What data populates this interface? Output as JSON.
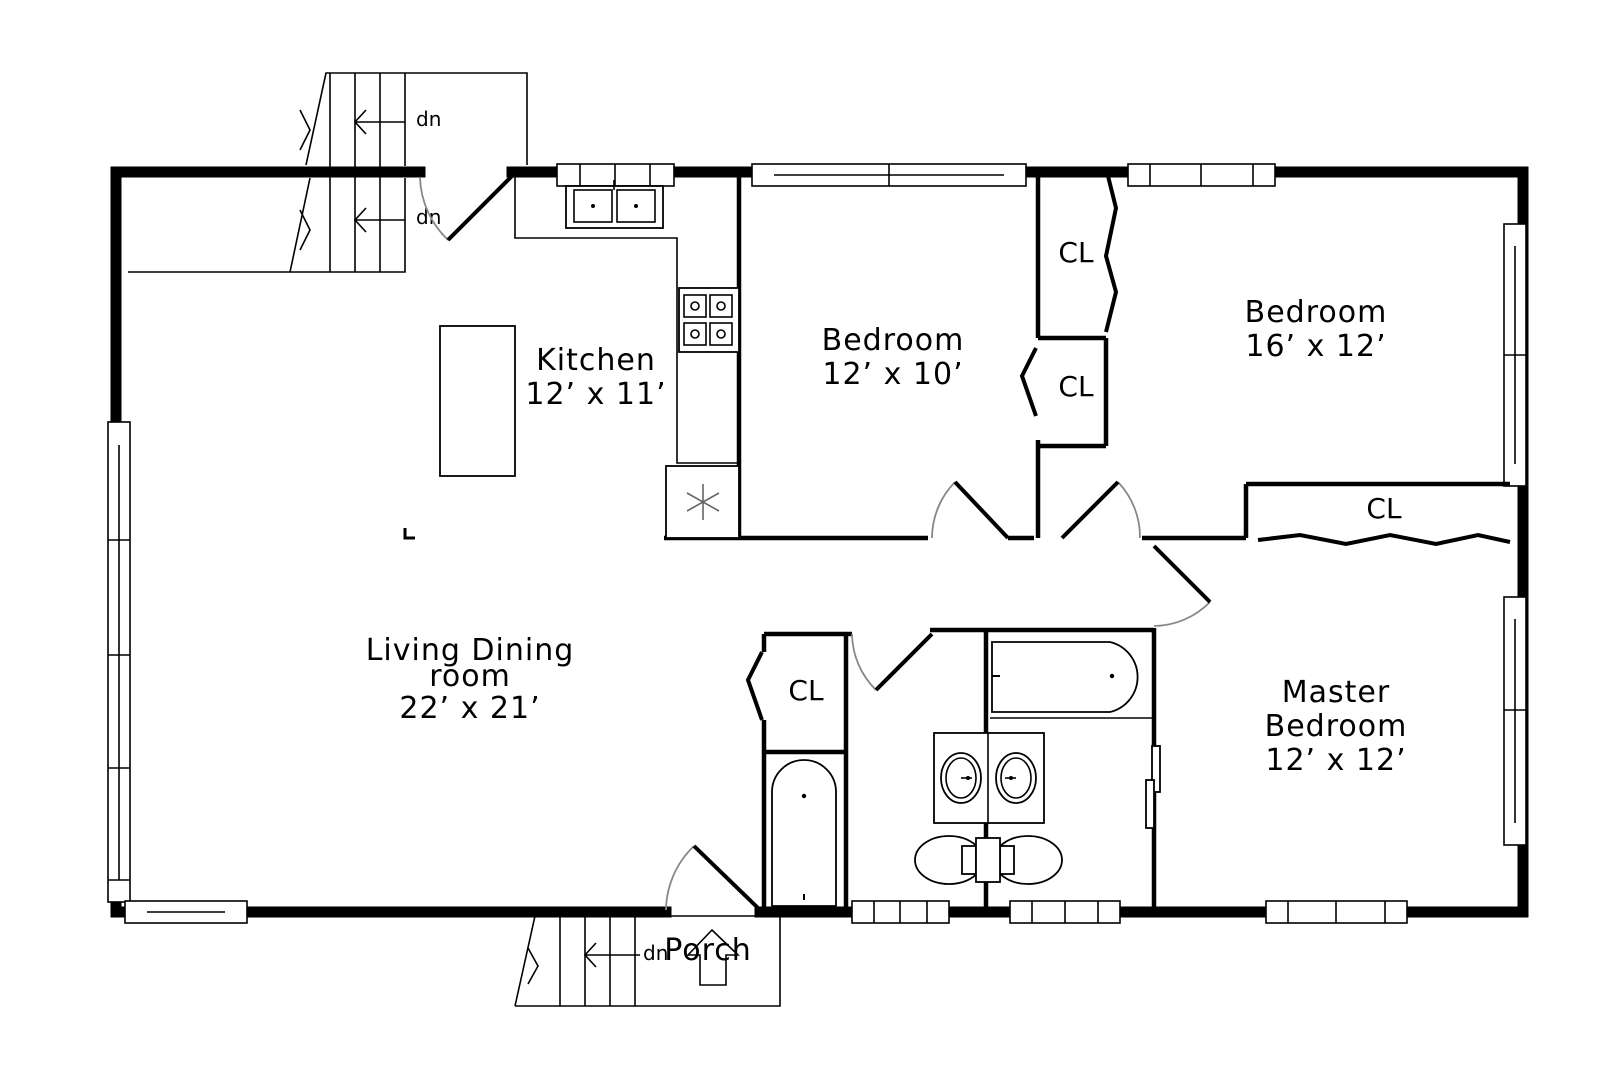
{
  "rooms": {
    "kitchen": {
      "name": "Kitchen",
      "size": "12’ x 11’"
    },
    "bedroom1": {
      "name": "Bedroom",
      "size": "12’ x 10’"
    },
    "bedroom2": {
      "name": "Bedroom",
      "size": "16’ x 12’"
    },
    "living": {
      "name_line1": "Living Dining",
      "name_line2": "room",
      "size": "22’ x 21’"
    },
    "master": {
      "name_line1": "Master",
      "name_line2": "Bedroom",
      "size": "12’ x 12’"
    },
    "porch": {
      "name": "Porch"
    }
  },
  "closets": {
    "label": "CL"
  },
  "stairs": {
    "down_label": "dn"
  },
  "colors": {
    "walls": "#000000",
    "background": "#ffffff",
    "door_swing": "#888888"
  }
}
